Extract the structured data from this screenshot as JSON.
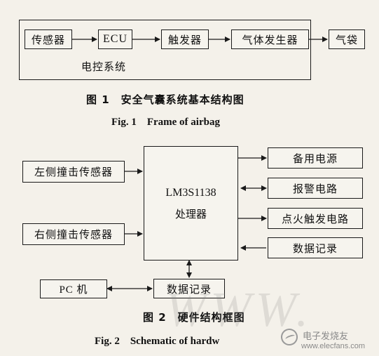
{
  "fig1": {
    "sensor": "传感器",
    "ecu": "ECU",
    "trigger": "触发器",
    "gas_generator": "气体发生器",
    "airbag": "气袋",
    "ecs_label": "电控系统",
    "caption_cn": "图 1　安全气囊系统基本结构图",
    "caption_en": "Fig. 1　Frame of airbag"
  },
  "fig2": {
    "left_sensor": "左侧撞击传感器",
    "right_sensor": "右侧撞击传感器",
    "cpu_line1": "LM3S1138",
    "cpu_line2": "处理器",
    "backup_power": "备用电源",
    "alarm_circuit": "报警电路",
    "ignition_circuit": "点火触发电路",
    "data_record_right": "数据记录",
    "pc": "PC 机",
    "data_record_bottom": "数据记录",
    "caption_cn": "图 2　硬件结构框图",
    "caption_en": "Fig. 2　Schematic of hardw"
  },
  "watermark": {
    "site_cn": "电子发烧友",
    "site_url": "www.elecfans.com"
  }
}
